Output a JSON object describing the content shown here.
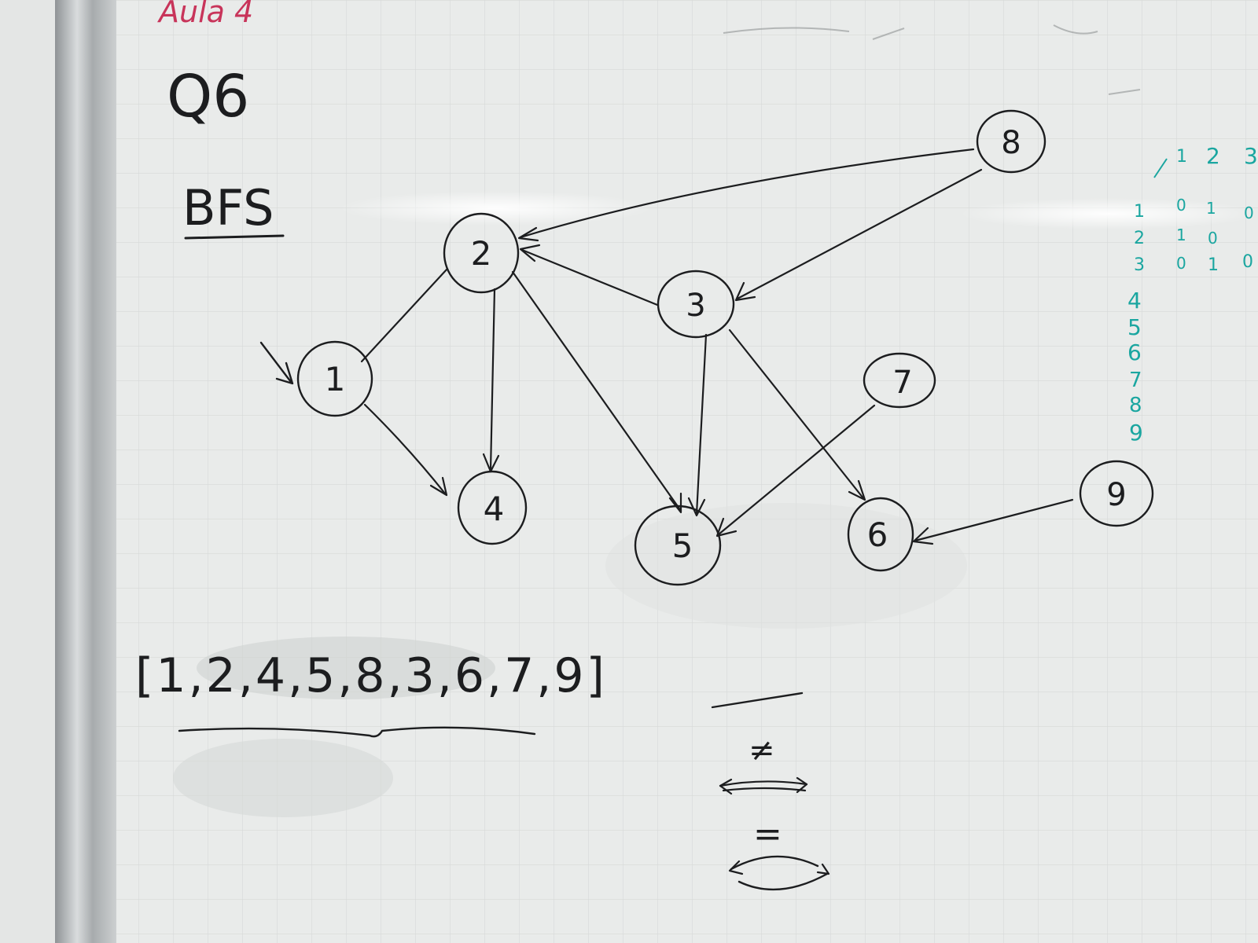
{
  "board": {
    "top_left_note": "Aula 4",
    "question": "Q6",
    "algorithm": "BFS",
    "traversal": "[1,2,4,5,8,3,6,7,9]",
    "not_equal_symbol": "≠",
    "equal_symbol": "="
  },
  "graph": {
    "nodes": [
      "1",
      "2",
      "3",
      "4",
      "5",
      "6",
      "7",
      "8",
      "9"
    ],
    "edges": [
      {
        "from": "1",
        "to": "2",
        "directed": false
      },
      {
        "from": "1",
        "to": "4",
        "directed": true
      },
      {
        "from": "2",
        "to": "4",
        "directed": true
      },
      {
        "from": "2",
        "to": "5",
        "directed": true
      },
      {
        "from": "3",
        "to": "2",
        "directed": true
      },
      {
        "from": "3",
        "to": "5",
        "directed": true
      },
      {
        "from": "3",
        "to": "6",
        "directed": true
      },
      {
        "from": "7",
        "to": "5",
        "directed": true
      },
      {
        "from": "8",
        "to": "2",
        "directed": true
      },
      {
        "from": "8",
        "to": "3",
        "directed": true
      },
      {
        "from": "9",
        "to": "6",
        "directed": true
      }
    ],
    "start_node": "1"
  },
  "matrix": {
    "col_headers": [
      "1",
      "2",
      "3"
    ],
    "row_headers": [
      "1",
      "2",
      "3",
      "4",
      "5",
      "6",
      "7",
      "8",
      "9"
    ],
    "rows": [
      [
        "0",
        "1",
        "0"
      ],
      [
        "1",
        "0",
        ""
      ],
      [
        "0",
        "1",
        "0"
      ]
    ]
  },
  "colors": {
    "board": "#e9ebea",
    "frame": "#b9bcbe",
    "marker_black": "#1c1d1f",
    "marker_red": "#c8345a",
    "marker_teal": "#1aa6a0"
  }
}
